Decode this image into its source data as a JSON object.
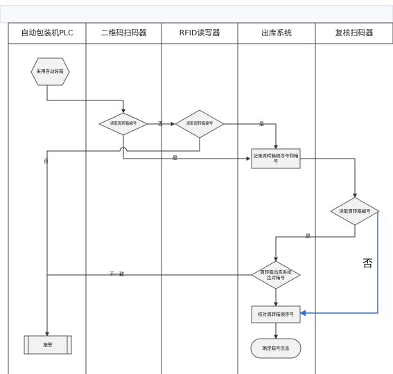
{
  "lanes": [
    {
      "id": "plc",
      "label": "自动包装机PLC"
    },
    {
      "id": "qr",
      "label": "二维码扫码器"
    },
    {
      "id": "rfid",
      "label": "RFID读写器"
    },
    {
      "id": "outbound",
      "label": "出库系统"
    },
    {
      "id": "recheck",
      "label": "复核扫码器"
    }
  ],
  "nodes": {
    "start": {
      "label": "采用自动装箱",
      "shape": "hexagon"
    },
    "read_qr": {
      "label": "读取周转箱编号",
      "shape": "diamond"
    },
    "read_rfid": {
      "label": "读取周转箱编号",
      "shape": "diamond"
    },
    "record": {
      "label": "记录周转箱顺序号和箱号",
      "shape": "process"
    },
    "read_recheck": {
      "label": "读取周转箱编号",
      "shape": "diamond"
    },
    "compare": {
      "label": "周转箱出库系统比对箱号",
      "shape": "diamond"
    },
    "verify": {
      "label": "核对周转箱顺序号",
      "shape": "process"
    },
    "confirm": {
      "label": "确定箱号信息",
      "shape": "terminal"
    },
    "alarm": {
      "label": "报警",
      "shape": "subprocess"
    }
  },
  "edge_labels": {
    "qr_no": "否",
    "rfid_yes": "是",
    "qr_yes": "是",
    "rfid_no": "否",
    "recheck_yes": "是",
    "recheck_no": "否",
    "mismatch": "不一致"
  },
  "colors": {
    "line": "#333333",
    "highlight": "#3a6fd8",
    "node_fill": "#f2f2f2",
    "node_stroke": "#555555",
    "header_bg": "#f7f9fc",
    "grid": "#444444"
  }
}
